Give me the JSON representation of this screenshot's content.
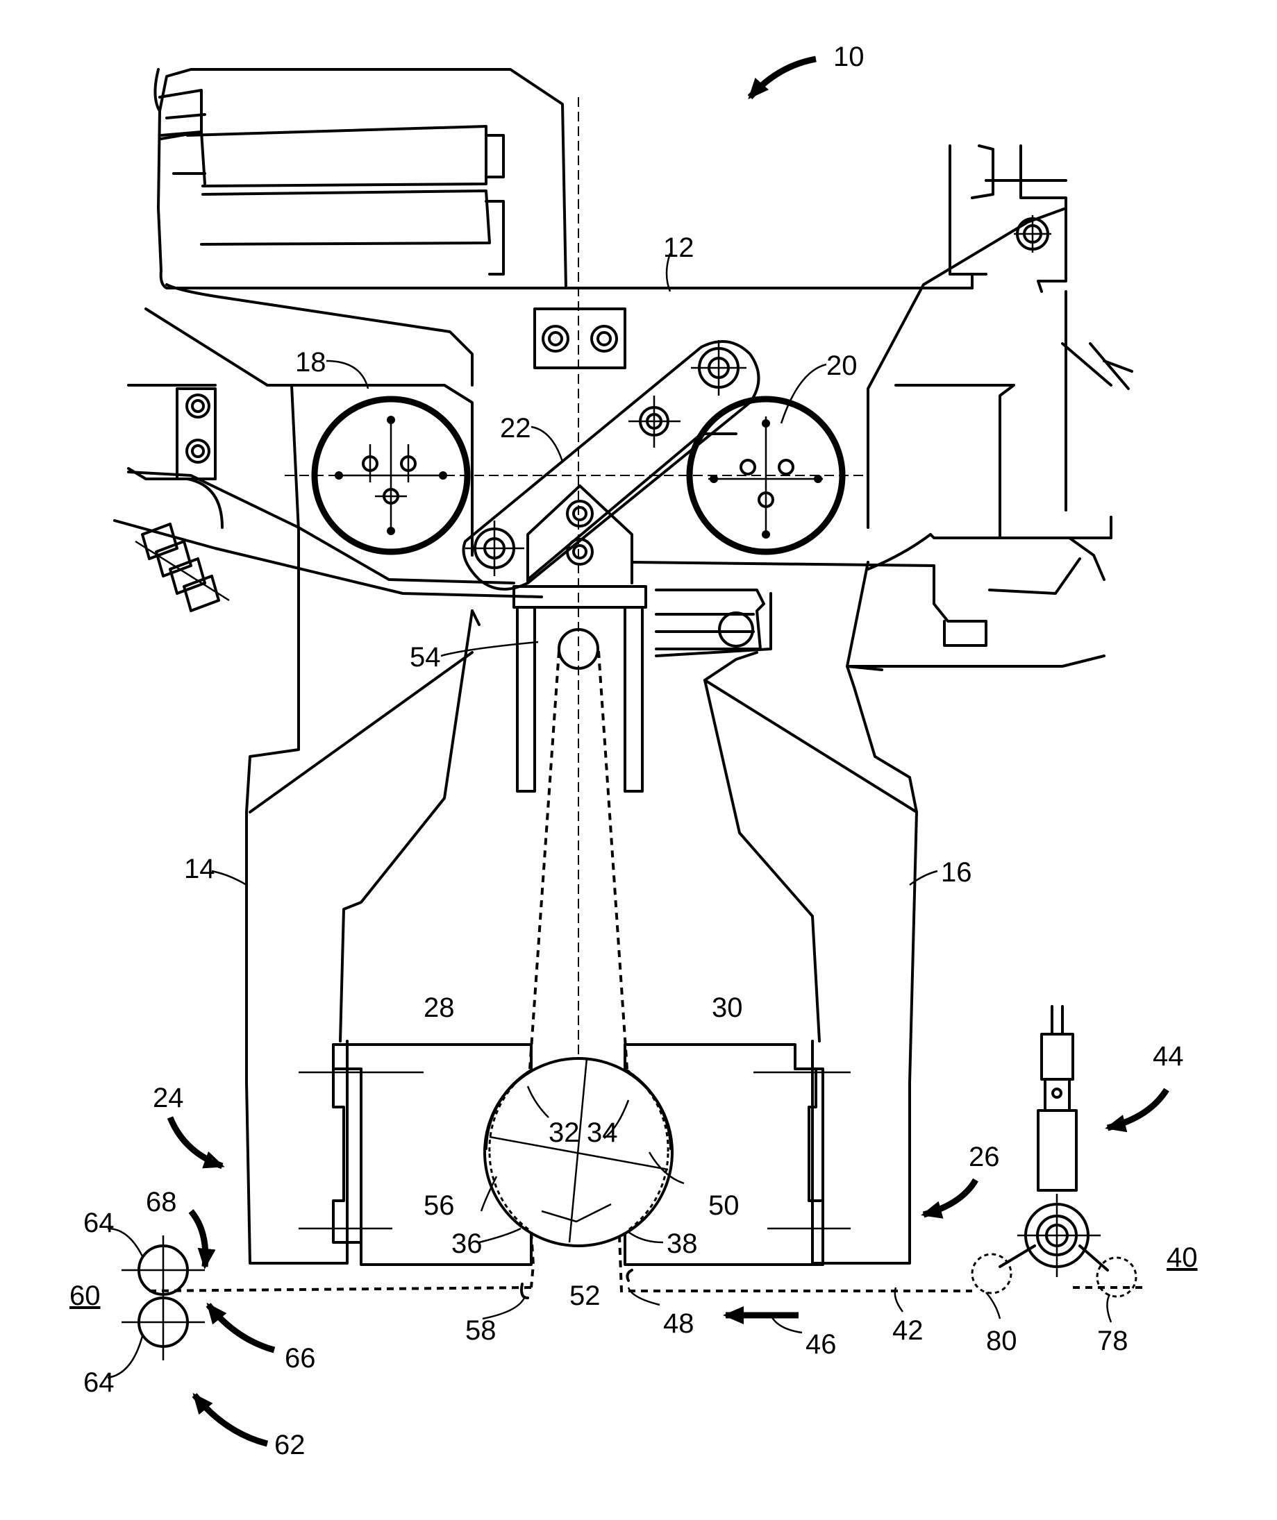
{
  "labels": {
    "l10": "10",
    "l12": "12",
    "l14": "14",
    "l16": "16",
    "l18": "18",
    "l20": "20",
    "l22": "22",
    "l24": "24",
    "l26": "26",
    "l28": "28",
    "l30": "30",
    "l32": "32",
    "l34": "34",
    "l36": "36",
    "l38": "38",
    "l40": "40",
    "l42": "42",
    "l44": "44",
    "l46": "46",
    "l48": "48",
    "l50": "50",
    "l52": "52",
    "l54": "54",
    "l56": "56",
    "l58": "58",
    "l60": "60",
    "l62": "62",
    "l64a": "64",
    "l64b": "64",
    "l66": "66",
    "l68": "68",
    "l78": "78",
    "l80": "80"
  }
}
